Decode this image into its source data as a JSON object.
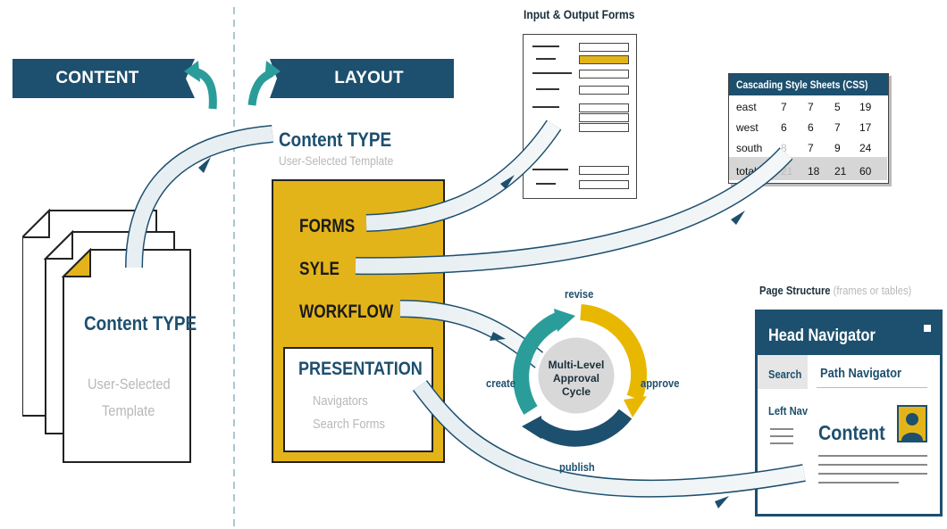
{
  "banners": {
    "content": "CONTENT",
    "layout": "LAYOUT"
  },
  "content_type_top": {
    "title": "Content TYPE",
    "subtitle": "User-Selected Template"
  },
  "doc_stack": {
    "title": "Content TYPE",
    "subtitle_line1": "User-Selected",
    "subtitle_line2": "Template"
  },
  "yellow_box": {
    "items": [
      "FORMS",
      "SYLE",
      "WORKFLOW"
    ],
    "presentation": {
      "title": "PRESENTATION",
      "sub1": "Navigators",
      "sub2": "Search Forms"
    }
  },
  "forms_panel": {
    "title": "Input & Output Forms"
  },
  "css_panel": {
    "title": "Cascading Style Sheets (CSS)",
    "rows": [
      [
        "east",
        "7",
        "7",
        "5",
        "19"
      ],
      [
        "west",
        "6",
        "6",
        "7",
        "17"
      ],
      [
        "south",
        "8",
        "7",
        "9",
        "24"
      ],
      [
        "total",
        "21",
        "18",
        "21",
        "60"
      ]
    ]
  },
  "cycle": {
    "center_line1": "Multi-Level",
    "center_line2": "Approval",
    "center_line3": "Cycle",
    "revise": "revise",
    "approve": "approve",
    "publish": "publish",
    "create": "create"
  },
  "page_structure": {
    "label": "Page Structure",
    "label_note": "(frames or tables)",
    "head": "Head Navigator",
    "search": "Search",
    "path": "Path Navigator",
    "left": "Left Nav",
    "content": "Content"
  },
  "colors": {
    "navy": "#1d4f6e",
    "teal": "#2a9d9a",
    "gold": "#e8b800",
    "yellow_box": "#e3b41a"
  }
}
